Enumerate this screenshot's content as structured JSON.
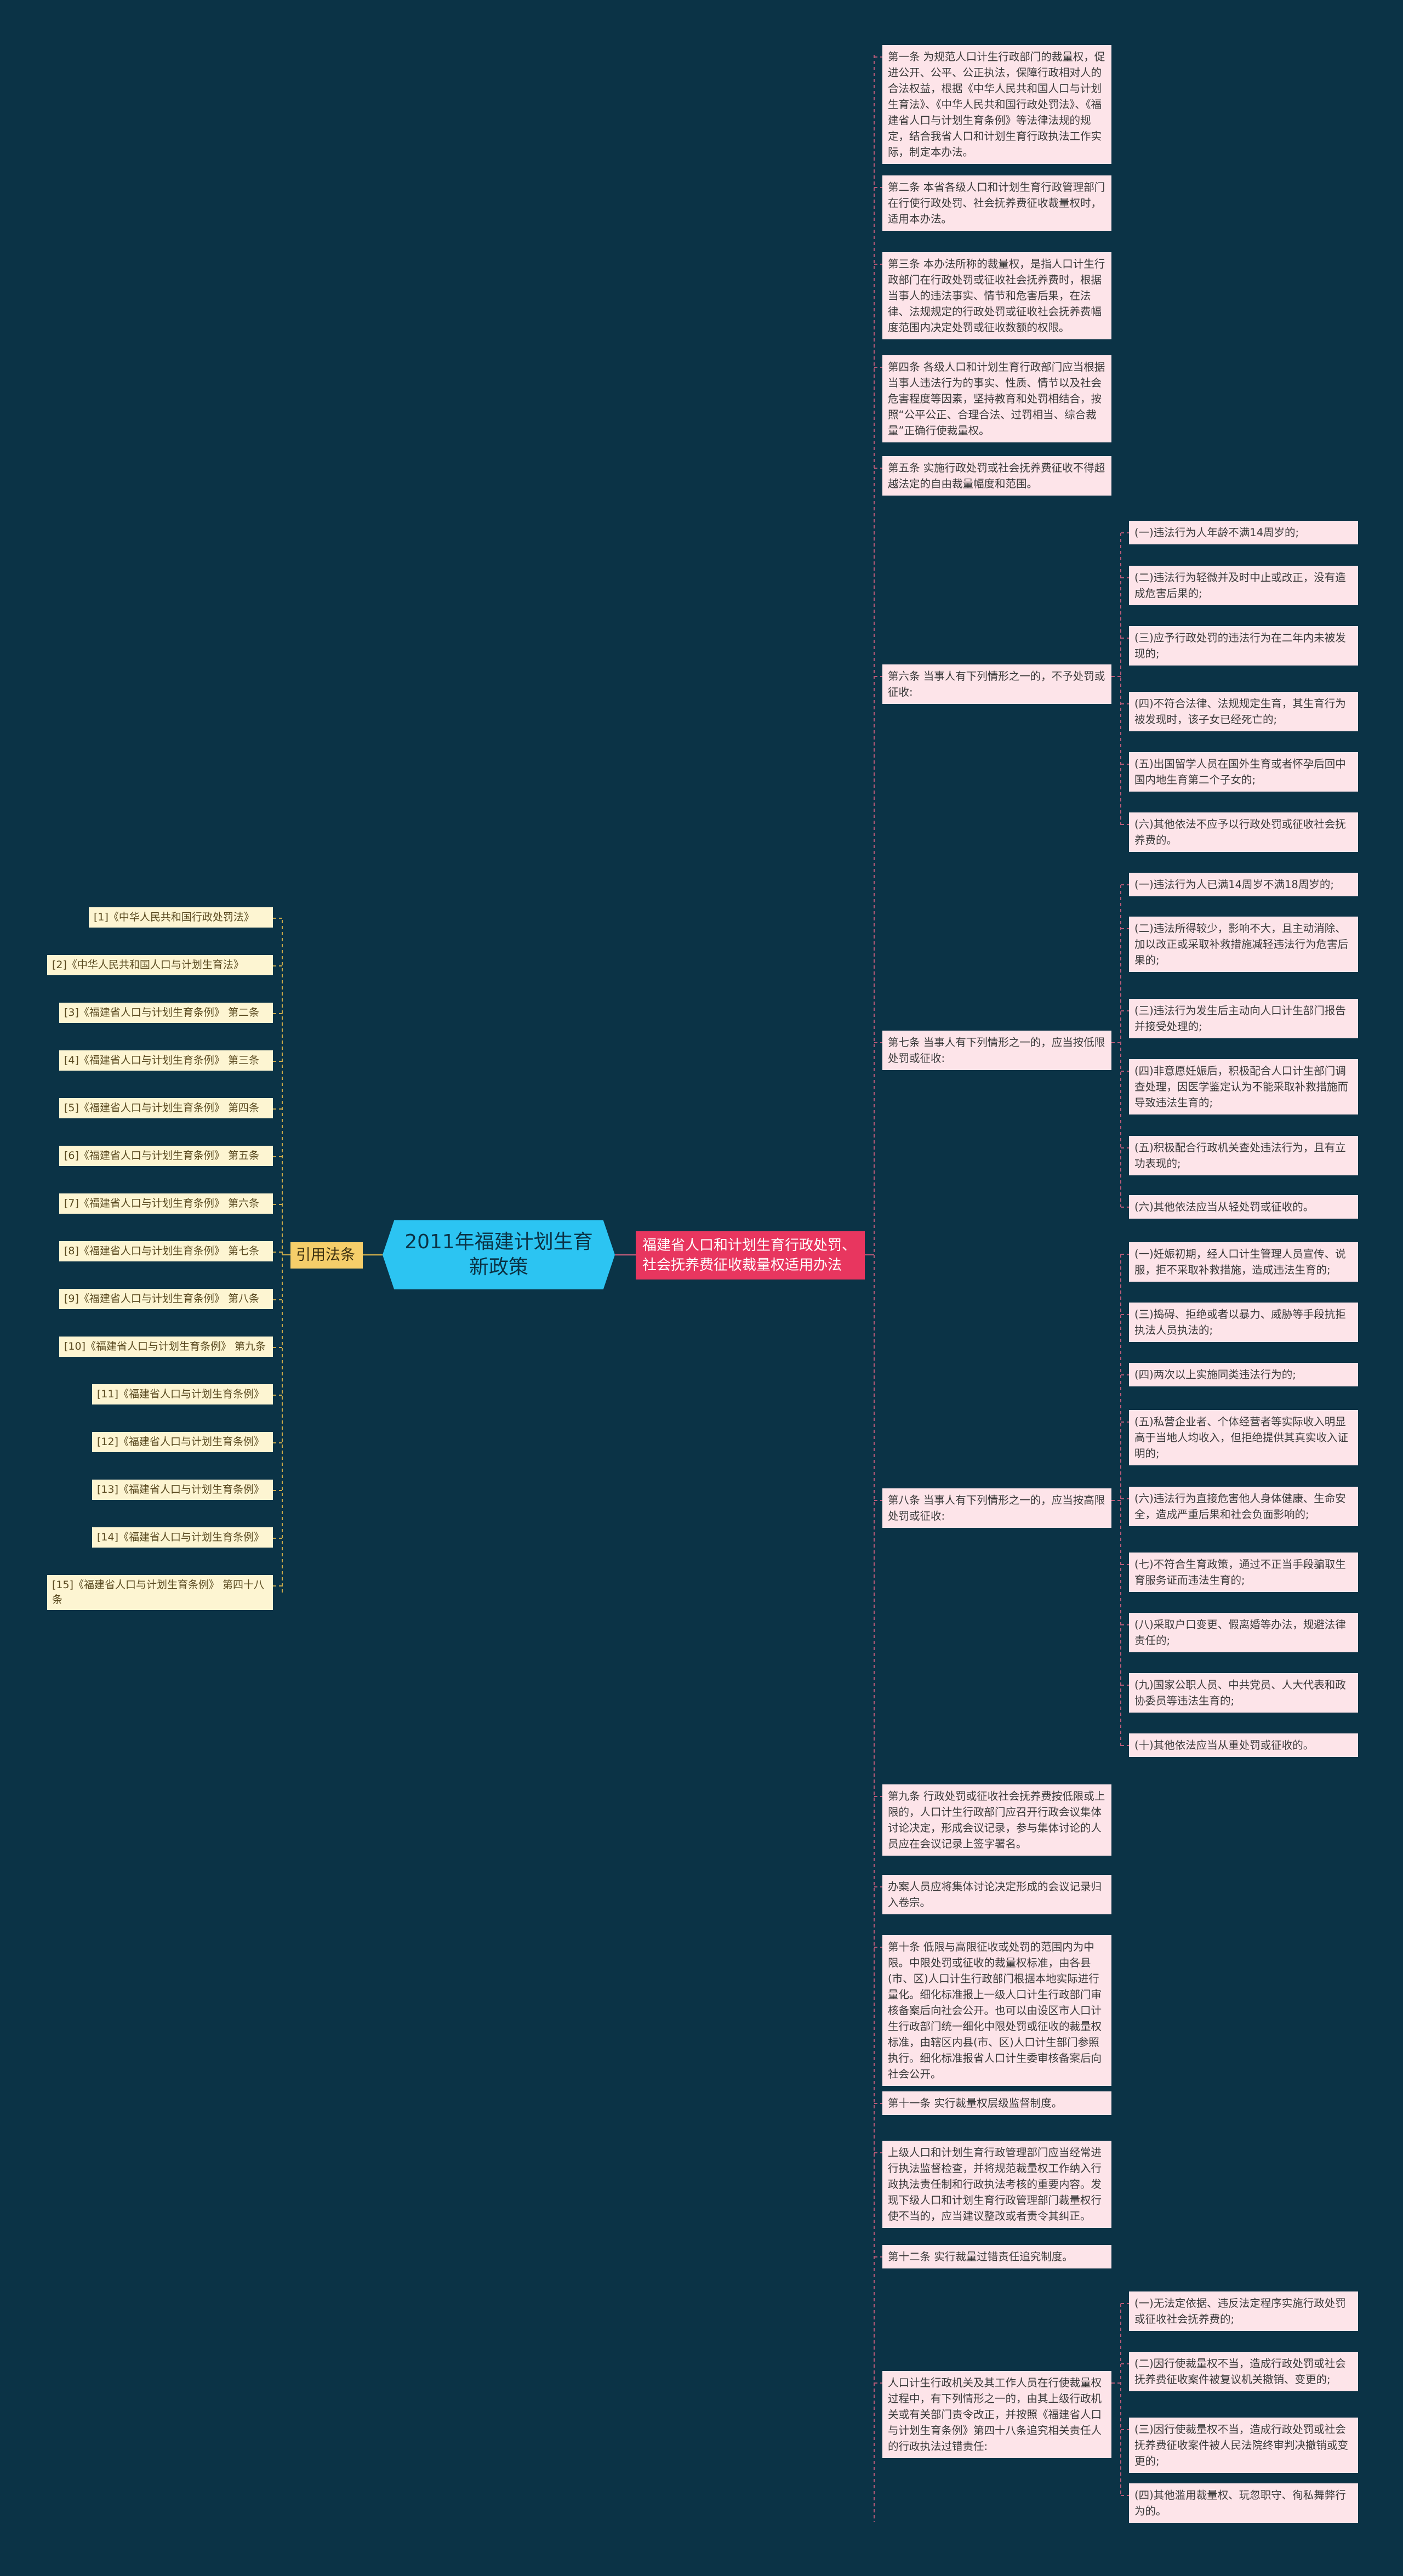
{
  "center": {
    "title": "2011年福建计划生育新政策"
  },
  "main_branch": {
    "label": "福建省人口和计划生育行政处罚、社会抚养费征收裁量权适用办法"
  },
  "refs_branch": {
    "label": "引用法条"
  },
  "refs": [
    "[1]《中华人民共和国行政处罚法》",
    "[2]《中华人民共和国人口与计划生育法》",
    "[3]《福建省人口与计划生育条例》 第二条",
    "[4]《福建省人口与计划生育条例》 第三条",
    "[5]《福建省人口与计划生育条例》 第四条",
    "[6]《福建省人口与计划生育条例》 第五条",
    "[7]《福建省人口与计划生育条例》 第六条",
    "[8]《福建省人口与计划生育条例》 第七条",
    "[9]《福建省人口与计划生育条例》 第八条",
    "[10]《福建省人口与计划生育条例》 第九条",
    "[11]《福建省人口与计划生育条例》",
    "[12]《福建省人口与计划生育条例》",
    "[13]《福建省人口与计划生育条例》",
    "[14]《福建省人口与计划生育条例》",
    "[15]《福建省人口与计划生育条例》 第四十八条"
  ],
  "articles": [
    "第一条 为规范人口计生行政部门的裁量权，促进公开、公平、公正执法，保障行政相对人的合法权益，根据《中华人民共和国人口与计划生育法》、《中华人民共和国行政处罚法》、《福建省人口与计划生育条例》等法律法规的规定，结合我省人口和计划生育行政执法工作实际，制定本办法。",
    "第二条 本省各级人口和计划生育行政管理部门在行使行政处罚、社会抚养费征收裁量权时，适用本办法。",
    "第三条 本办法所称的裁量权，是指人口计生行政部门在行政处罚或征收社会抚养费时，根据当事人的违法事实、情节和危害后果，在法律、法规规定的行政处罚或征收社会抚养费幅度范围内决定处罚或征收数额的权限。",
    "第四条 各级人口和计划生育行政部门应当根据当事人违法行为的事实、性质、情节以及社会危害程度等因素，坚持教育和处罚相结合，按照“公平公正、合理合法、过罚相当、综合裁量”正确行使裁量权。",
    "第五条 实施行政处罚或社会抚养费征收不得超越法定的自由裁量幅度和范围。",
    "第六条 当事人有下列情形之一的，不予处罚或征收:",
    "第七条 当事人有下列情形之一的，应当按低限处罚或征收:",
    "第八条 当事人有下列情形之一的，应当按高限处罚或征收:",
    "第九条 行政处罚或征收社会抚养费按低限或上限的，人口计生行政部门应召开行政会议集体讨论决定，形成会议记录，参与集体讨论的人员应在会议记录上签字署名。",
    "办案人员应将集体讨论决定形成的会议记录归入卷宗。",
    "第十条 低限与高限征收或处罚的范围内为中限。中限处罚或征收的裁量权标准，由各县(市、区)人口计生行政部门根据本地实际进行量化。细化标准报上一级人口计生行政部门审核备案后向社会公开。也可以由设区市人口计生行政部门统一细化中限处罚或征收的裁量权标准，由辖区内县(市、区)人口计生部门参照执行。细化标准报省人口计生委审核备案后向社会公开。",
    "第十一条 实行裁量权层级监督制度。",
    "上级人口和计划生育行政管理部门应当经常进行执法监督检查，并将规范裁量权工作纳入行政执法责任制和行政执法考核的重要内容。发现下级人口和计划生育行政管理部门裁量权行使不当的，应当建议整改或者责令其纠正。",
    "第十二条 实行裁量过错责任追究制度。",
    "人口计生行政机关及其工作人员在行使裁量权过程中，有下列情形之一的，由其上级行政机关或有关部门责令改正，并按照《福建省人口与计划生育条例》第四十八条追究相关责任人的行政执法过错责任:"
  ],
  "art6_items": [
    "(一)违法行为人年龄不满14周岁的;",
    "(二)违法行为轻微并及时中止或改正，没有造成危害后果的;",
    "(三)应予行政处罚的违法行为在二年内未被发现的;",
    "(四)不符合法律、法规规定生育，其生育行为被发现时，该子女已经死亡的;",
    "(五)出国留学人员在国外生育或者怀孕后回中国内地生育第二个子女的;",
    "(六)其他依法不应予以行政处罚或征收社会抚养费的。"
  ],
  "art7_items": [
    "(一)违法行为人已满14周岁不满18周岁的;",
    "(二)违法所得较少，影响不大，且主动消除、加以改正或采取补救措施减轻违法行为危害后果的;",
    "(三)违法行为发生后主动向人口计生部门报告并接受处理的;",
    "(四)非意愿妊娠后，积极配合人口计生部门调查处理，因医学鉴定认为不能采取补救措施而导致违法生育的;",
    "(五)积极配合行政机关查处违法行为，且有立功表现的;",
    "(六)其他依法应当从轻处罚或征收的。"
  ],
  "art8_items": [
    "(一)妊娠初期，经人口计生管理人员宣传、说服，拒不采取补救措施，造成违法生育的;",
    "(三)捣碍、拒绝或者以暴力、威胁等手段抗拒执法人员执法的;",
    "(四)两次以上实施同类违法行为的;",
    "(五)私营企业者、个体经营者等实际收入明显高于当地人均收入，但拒绝提供其真实收入证明的;",
    "(六)违法行为直接危害他人身体健康、生命安全，造成严重后果和社会负面影响的;",
    "(七)不符合生育政策，通过不正当手段骗取生育服务证而违法生育的;",
    "(八)采取户口变更、假离婚等办法，规避法律责任的;",
    "(九)国家公职人员、中共党员、人大代表和政协委员等违法生育的;",
    "(十)其他依法应当从重处罚或征收的。"
  ],
  "art12_items": [
    "(一)无法定依据、违反法定程序实施行政处罚或征收社会抚养费的;",
    "(二)因行使裁量权不当，造成行政处罚或社会抚养费征收案件被复议机关撤销、变更的;",
    "(三)因行使裁量权不当，造成行政处罚或社会抚养费征收案件被人民法院终审判决撤销或变更的;",
    "(四)其他滥用裁量权、玩忽职守、徇私舞弊行为的。"
  ],
  "colors": {
    "background": "#0b3346",
    "center": "#2cc4f2",
    "main_branch": "#e8365f",
    "refs_branch": "#f5ce6a",
    "leaf": "#fde4e9",
    "ref_leaf": "#fdf5d2",
    "link_main": "#b85a78",
    "link_refs": "#c9a94a"
  }
}
